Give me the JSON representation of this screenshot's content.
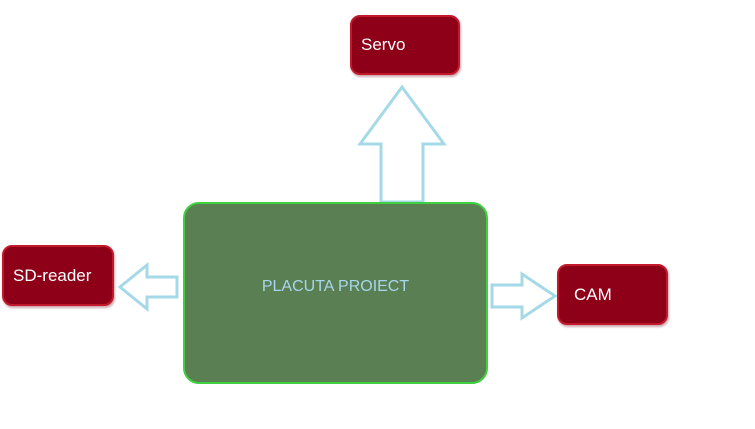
{
  "diagram": {
    "center": {
      "label": "PLACUTA PROIECT"
    },
    "nodes": {
      "top": {
        "label": "Servo"
      },
      "left": {
        "label": "SD-reader"
      },
      "right": {
        "label": "CAM"
      }
    },
    "colors": {
      "center_fill": "#5a7f52",
      "center_border": "#3fd03f",
      "center_text": "#a7d6ec",
      "node_fill": "#8e0018",
      "node_border": "#c21a2c",
      "node_text": "#ffffff",
      "arrow_outline": "#a6d9e8"
    }
  }
}
